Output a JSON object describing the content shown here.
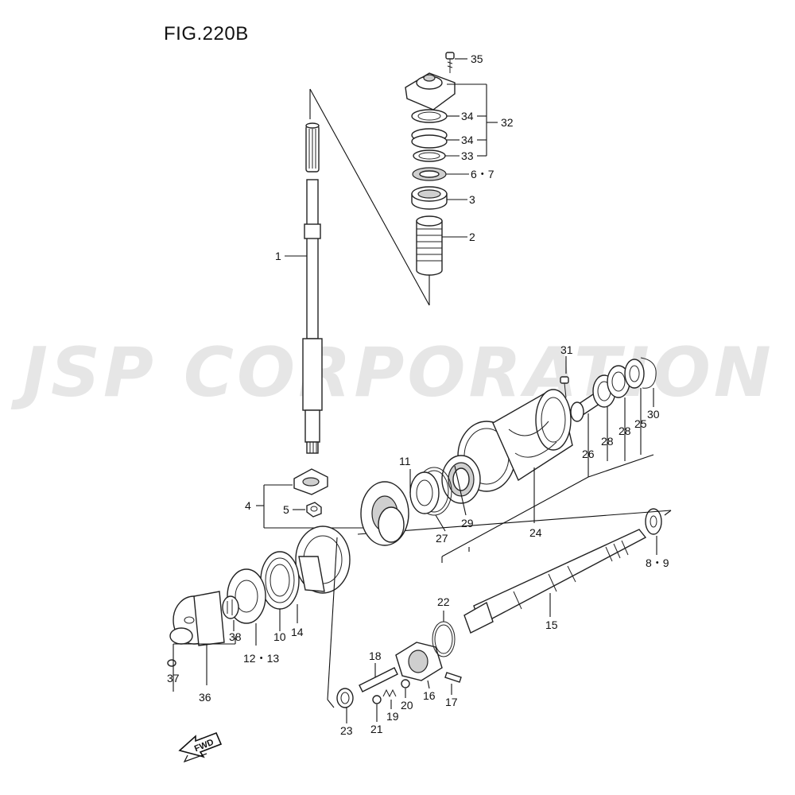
{
  "figure": {
    "title": "FIG.220B"
  },
  "watermark": {
    "text": "JSP CORPORATION",
    "color": "#e6e6e6"
  },
  "direction_arrow": {
    "label": "FWD"
  },
  "callouts": [
    {
      "id": "c1",
      "text": "1"
    },
    {
      "id": "c2",
      "text": "2"
    },
    {
      "id": "c3",
      "text": "3"
    },
    {
      "id": "c4",
      "text": "4"
    },
    {
      "id": "c5",
      "text": "5"
    },
    {
      "id": "c67",
      "text": "6・7"
    },
    {
      "id": "c89",
      "text": "8・9"
    },
    {
      "id": "c10",
      "text": "10"
    },
    {
      "id": "c11",
      "text": "11"
    },
    {
      "id": "c1213",
      "text": "12・13"
    },
    {
      "id": "c14",
      "text": "14"
    },
    {
      "id": "c15",
      "text": "15"
    },
    {
      "id": "c16",
      "text": "16"
    },
    {
      "id": "c17",
      "text": "17"
    },
    {
      "id": "c18",
      "text": "18"
    },
    {
      "id": "c19",
      "text": "19"
    },
    {
      "id": "c20",
      "text": "20"
    },
    {
      "id": "c21",
      "text": "21"
    },
    {
      "id": "c22",
      "text": "22"
    },
    {
      "id": "c23",
      "text": "23"
    },
    {
      "id": "c24",
      "text": "24"
    },
    {
      "id": "c25",
      "text": "25"
    },
    {
      "id": "c26",
      "text": "26"
    },
    {
      "id": "c27",
      "text": "27"
    },
    {
      "id": "c28a",
      "text": "28"
    },
    {
      "id": "c28b",
      "text": "28"
    },
    {
      "id": "c29",
      "text": "29"
    },
    {
      "id": "c30",
      "text": "30"
    },
    {
      "id": "c31",
      "text": "31"
    },
    {
      "id": "c32",
      "text": "32"
    },
    {
      "id": "c33",
      "text": "33"
    },
    {
      "id": "c34a",
      "text": "34"
    },
    {
      "id": "c34b",
      "text": "34"
    },
    {
      "id": "c35",
      "text": "35"
    },
    {
      "id": "c36",
      "text": "36"
    },
    {
      "id": "c37",
      "text": "37"
    },
    {
      "id": "c38",
      "text": "38"
    }
  ]
}
